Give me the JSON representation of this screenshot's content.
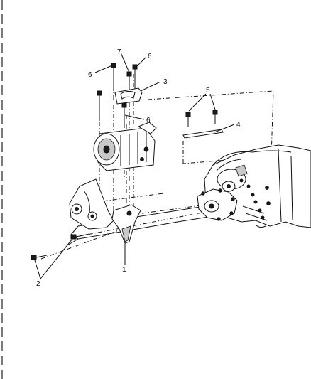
{
  "callouts": [
    {
      "id": "1",
      "label": "1"
    },
    {
      "id": "2",
      "label": "2"
    },
    {
      "id": "3",
      "label": "3"
    },
    {
      "id": "4",
      "label": "4"
    },
    {
      "id": "5",
      "label": "5"
    },
    {
      "id": "6a",
      "label": "6"
    },
    {
      "id": "6b",
      "label": "6"
    },
    {
      "id": "6c",
      "label": "6"
    },
    {
      "id": "7",
      "label": "7"
    }
  ],
  "colors": {
    "ink": "#111111",
    "paper": "#ffffff",
    "shade": "#c9c9c9"
  }
}
